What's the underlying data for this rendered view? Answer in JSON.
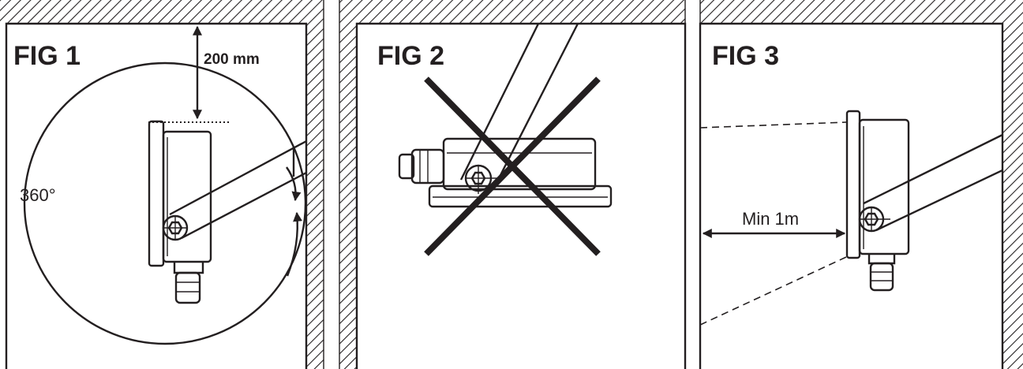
{
  "figures": [
    {
      "id": "fig1",
      "label": "FIG 1",
      "dimension_text": "200 mm",
      "angle_text": "360°"
    },
    {
      "id": "fig2",
      "label": "FIG 2"
    },
    {
      "id": "fig3",
      "label": "FIG 3",
      "distance_text": "Min 1m"
    }
  ],
  "colors": {
    "ink": "#231f20",
    "background": "#ffffff"
  }
}
